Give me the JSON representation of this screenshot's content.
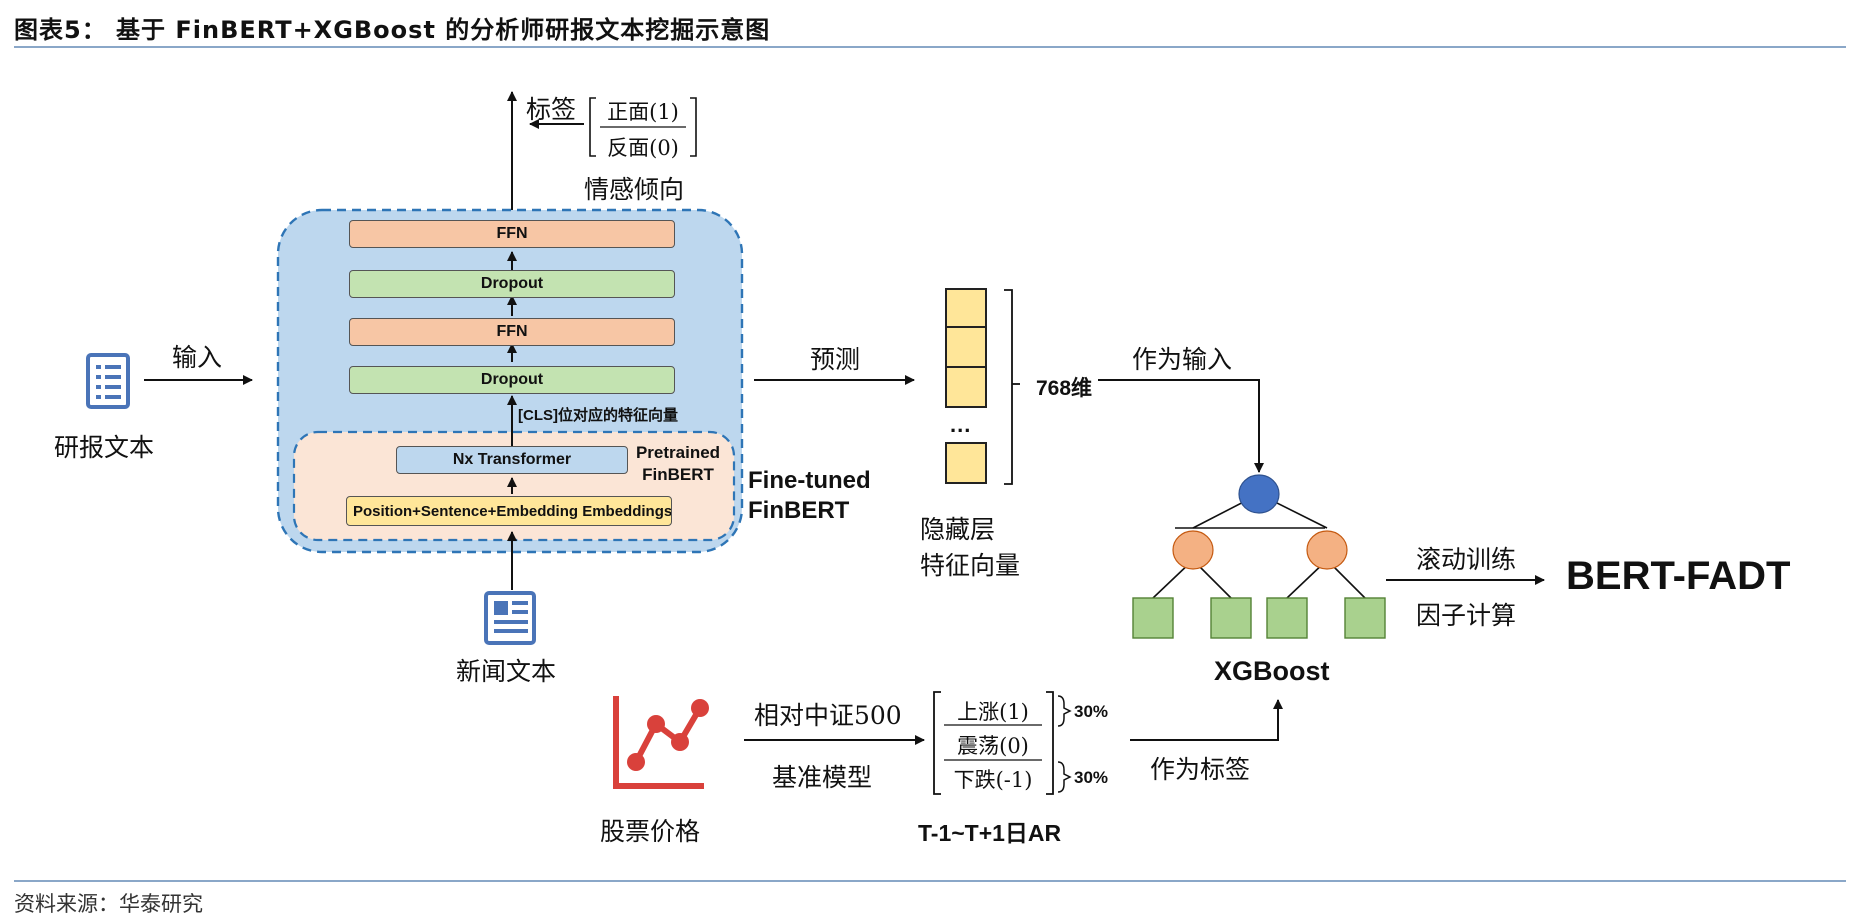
{
  "header": {
    "title": "图表5：  基于 FinBERT+XGBoost 的分析师研报文本挖掘示意图"
  },
  "footer": {
    "source": "资料来源：华泰研究"
  },
  "inputs": {
    "report_label": "研报文本",
    "news_label": "新闻文本",
    "stock_label": "股票价格",
    "input_arrow_label": "输入"
  },
  "finbert": {
    "layers": {
      "ffn_top": "FFN",
      "dropout_top": "Dropout",
      "ffn_mid": "FFN",
      "dropout_mid": "Dropout",
      "transformer": "Nx Transformer",
      "embeddings": "Position+Sentence+Embedding Embeddings"
    },
    "cls_note": "[CLS]位对应的特征向量",
    "pretrained_label": "Pretrained FinBERT",
    "finetuned_label": "Fine-tuned FinBERT"
  },
  "sentiment": {
    "label_word": "标签",
    "positive": "正面(1)",
    "negative": "反面(0)",
    "caption": "情感倾向"
  },
  "hidden": {
    "predict_label": "预测",
    "dots": "...",
    "dim_label": "768维",
    "caption_line1": "隐藏层",
    "caption_line2": "特征向量"
  },
  "xgboost": {
    "input_label": "作为输入",
    "name": "XGBoost",
    "rolling_label": "滚动训练",
    "factor_label": "因子计算",
    "output": "BERT-FADT"
  },
  "stock": {
    "benchmark_top": "相对中证500",
    "benchmark_bottom": "基准模型",
    "up": "上涨(1)",
    "flat": "震荡(0)",
    "down": "下跌(-1)",
    "pct_top": "30%",
    "pct_bottom": "30%",
    "window_label": "T-1~T+1日AR",
    "as_label": "作为标签"
  },
  "colors": {
    "finetune_fill": "#bdd7ee",
    "finetune_border": "#2e75b6",
    "pretrain_fill": "#fbe5d6",
    "root_node": "#4472c4",
    "mid_node": "#f4b183",
    "leaf_node": "#a9d18e",
    "stock_icon": "#d9413b",
    "doc_icon": "#4a74b8"
  }
}
